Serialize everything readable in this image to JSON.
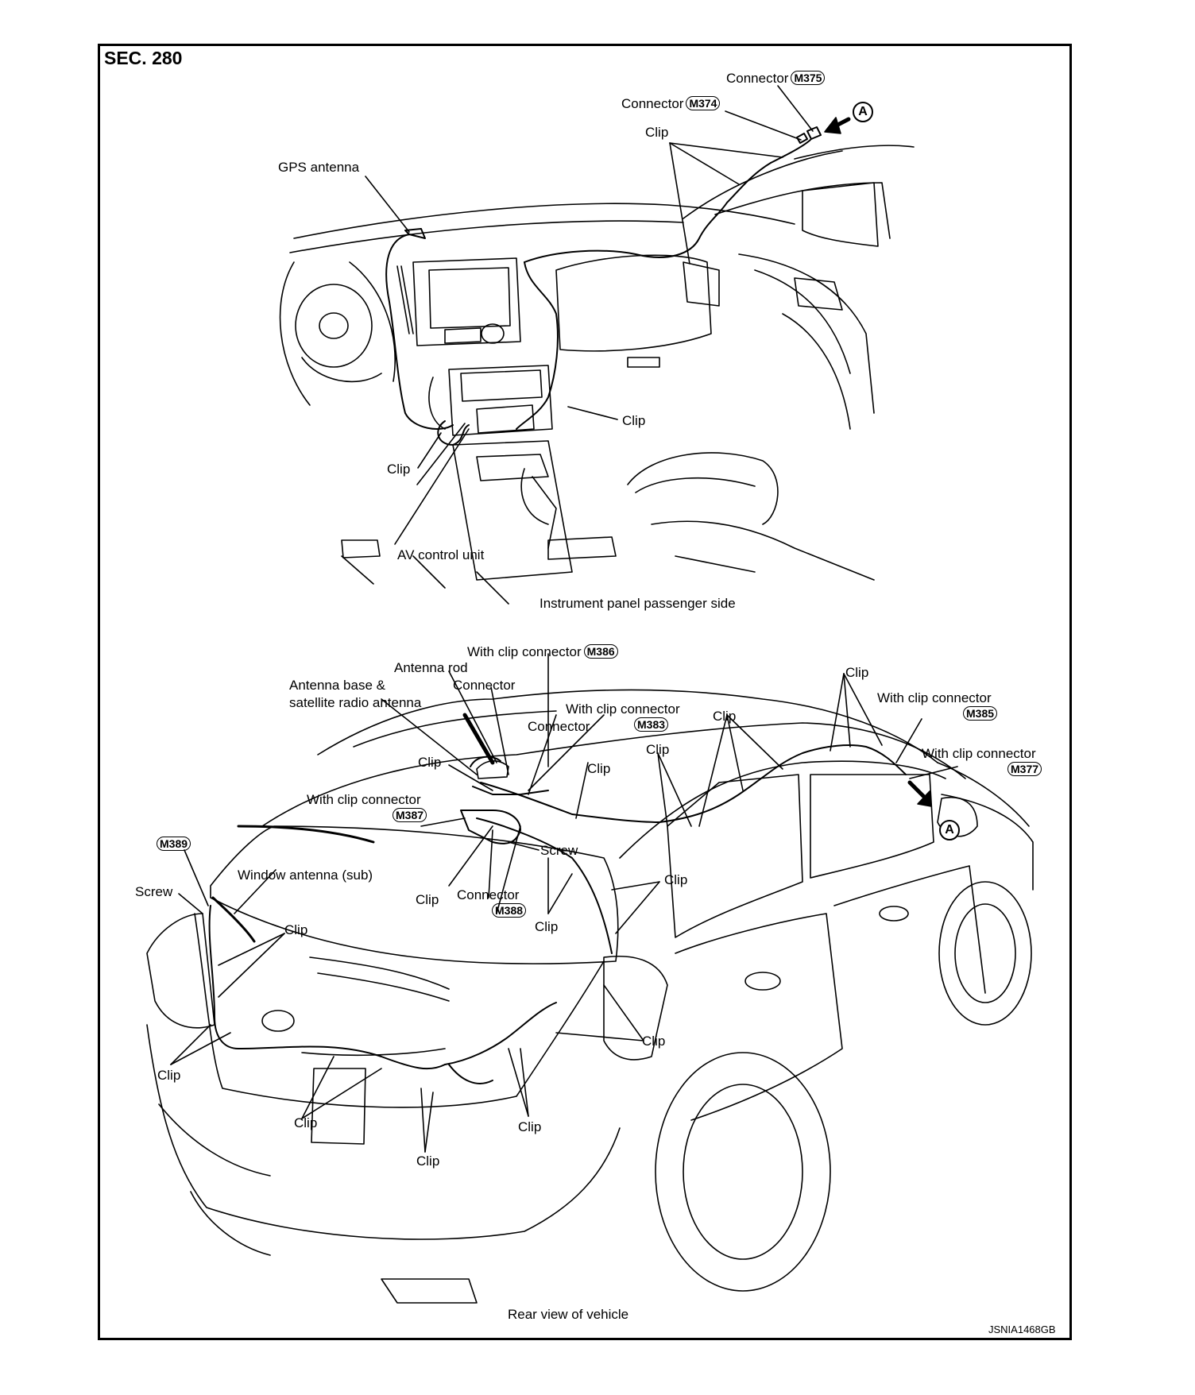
{
  "section": "SEC. 280",
  "doc_id": "JSNIA1468GB",
  "top_view": {
    "caption": "Instrument panel passenger side",
    "labels": {
      "connector_m375": {
        "text": "Connector",
        "code": "M375"
      },
      "connector_m374": {
        "text": "Connector",
        "code": "M374"
      },
      "clip_top": "Clip",
      "gps_antenna": "GPS antenna",
      "clip_right": "Clip",
      "clip_left": "Clip",
      "av_control_unit": "AV control unit",
      "mark_a": "A"
    }
  },
  "bottom_view": {
    "caption": "Rear view of vehicle",
    "labels": {
      "with_clip_m386": {
        "text": "With clip connector",
        "code": "M386"
      },
      "antenna_rod": "Antenna rod",
      "antenna_base": "Antenna base &",
      "satellite_radio": "satellite radio antenna",
      "connector_a": "Connector",
      "with_clip_m383": {
        "text": "With clip connector",
        "code": "M383"
      },
      "connector_b": "Connector",
      "clip_1": "Clip",
      "clip_2": "Clip",
      "clip_3": "Clip",
      "clip_4": "Clip",
      "clip_5": "Clip",
      "with_clip_m385": {
        "text": "With clip connector",
        "code": "M385"
      },
      "with_clip_m377": {
        "text": "With clip connector",
        "code": "M377"
      },
      "mark_a": "A",
      "with_clip_m387": {
        "text": "With clip connector",
        "code": "M387"
      },
      "screw_1": "Screw",
      "m389": "M389",
      "screw_2": "Screw",
      "window_antenna": "Window antenna (sub)",
      "clip_6": "Clip",
      "connector_m388": {
        "text": "Connector",
        "code": "M388"
      },
      "clip_7": "Clip",
      "clip_8": "Clip",
      "clip_9": "Clip",
      "clip_10": "Clip",
      "clip_11": "Clip",
      "clip_12": "Clip",
      "clip_13": "Clip",
      "clip_14": "Clip"
    }
  }
}
